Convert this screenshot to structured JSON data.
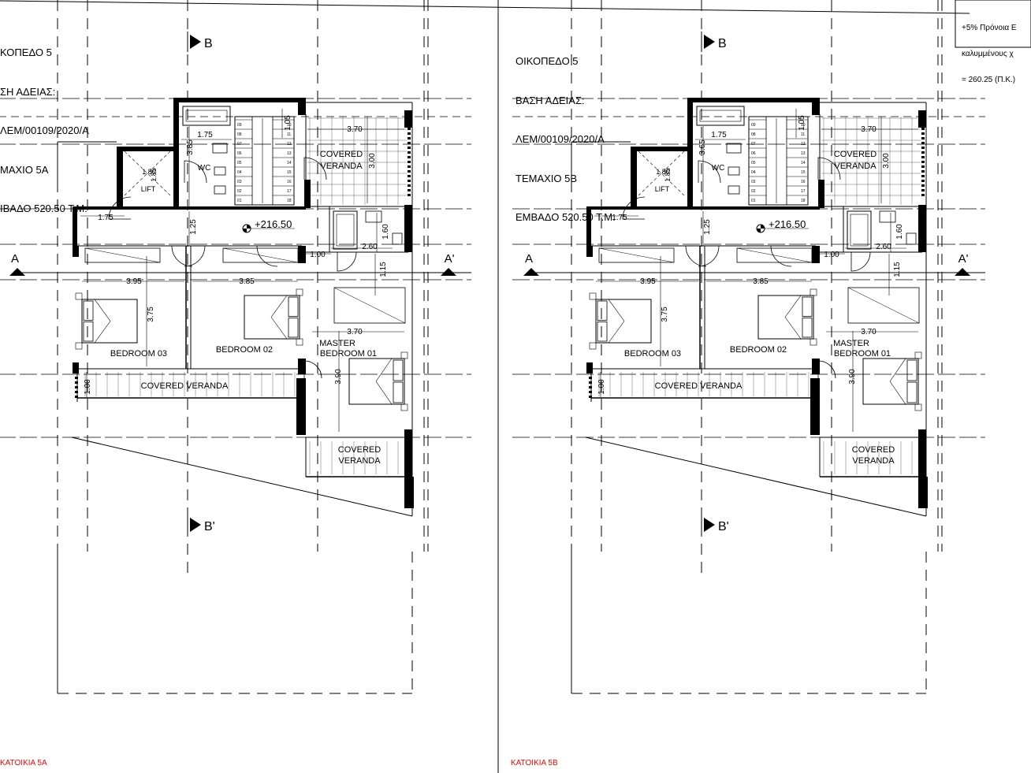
{
  "sheets": [
    {
      "info": [
        "ΚΟΠΕΔΟ 5",
        "ΣΗ ΑΔΕΙΑΣ:",
        "ΛΕΜ/00109/2020/Α",
        "ΜΑΧΙΟ 5Α",
        "ΙΒΑΔΟ 520.50 Τ.Μ."
      ],
      "sheet_label": "ΚΑΤΟΙΚΙΑ 5Α"
    },
    {
      "info": [
        "ΟΙΚΟΠΕΔΟ 5",
        "ΒΑΣΗ ΑΔΕΙΑΣ:",
        "ΛΕΜ/00109/2020/Α",
        "ΤΕΜΑΧΙΟ 5Β",
        "ΕΜΒΑΔΟ 520.50 Τ.Μ."
      ],
      "sheet_label": "ΚΑΤΟΙΚΙΑ 5Β"
    }
  ],
  "plan": {
    "section_b": "B",
    "section_b_prime": "B'",
    "section_a": "A",
    "section_a_prime": "A'",
    "level": "+216.50",
    "rooms": {
      "wc": "WC",
      "lift": "LIFT",
      "covered_veranda_top": [
        "COVERED",
        "VERANDA"
      ],
      "bedroom_03": "BEDROOM 03",
      "bedroom_02": "BEDROOM 02",
      "master_bedroom": [
        "MASTER",
        "BEDROOM 01"
      ],
      "covered_veranda_long": "COVERED VERANDA",
      "covered_veranda_corner": [
        "COVERED",
        "VERANDA"
      ]
    },
    "dimensions": {
      "d_1_75_top": "1.75",
      "d_1_05": "1.05",
      "d_3_70_top": "3.70",
      "d_3_85_stair": "3.85",
      "d_3_65_stair": "3.65",
      "d_1_80_lift": "1.80",
      "d_1_85_lift": "1.85",
      "d_3_00": "3.00",
      "d_1_75_lobby": "1.75",
      "d_1_25": "1.25",
      "d_1_60": "1.60",
      "d_1_00_a": "1.00",
      "d_2_60": "2.60",
      "d_1_15": "1.15",
      "d_3_95": "3.95",
      "d_3_85": "3.85",
      "d_3_75": "3.75",
      "d_3_70_master": "3.70",
      "d_3_90": "3.90",
      "d_1_00_b": "1.00"
    },
    "stair_numbers": [
      "09",
      "08",
      "07",
      "06",
      "05",
      "04",
      "03",
      "02",
      "01",
      "10",
      "11",
      "12",
      "13",
      "14",
      "15",
      "16",
      "17",
      "18"
    ]
  },
  "note": [
    "+5% Πρόνοια Ε",
    "καλυμμένους χ",
    "= 260.25 (Π.Κ.)"
  ]
}
